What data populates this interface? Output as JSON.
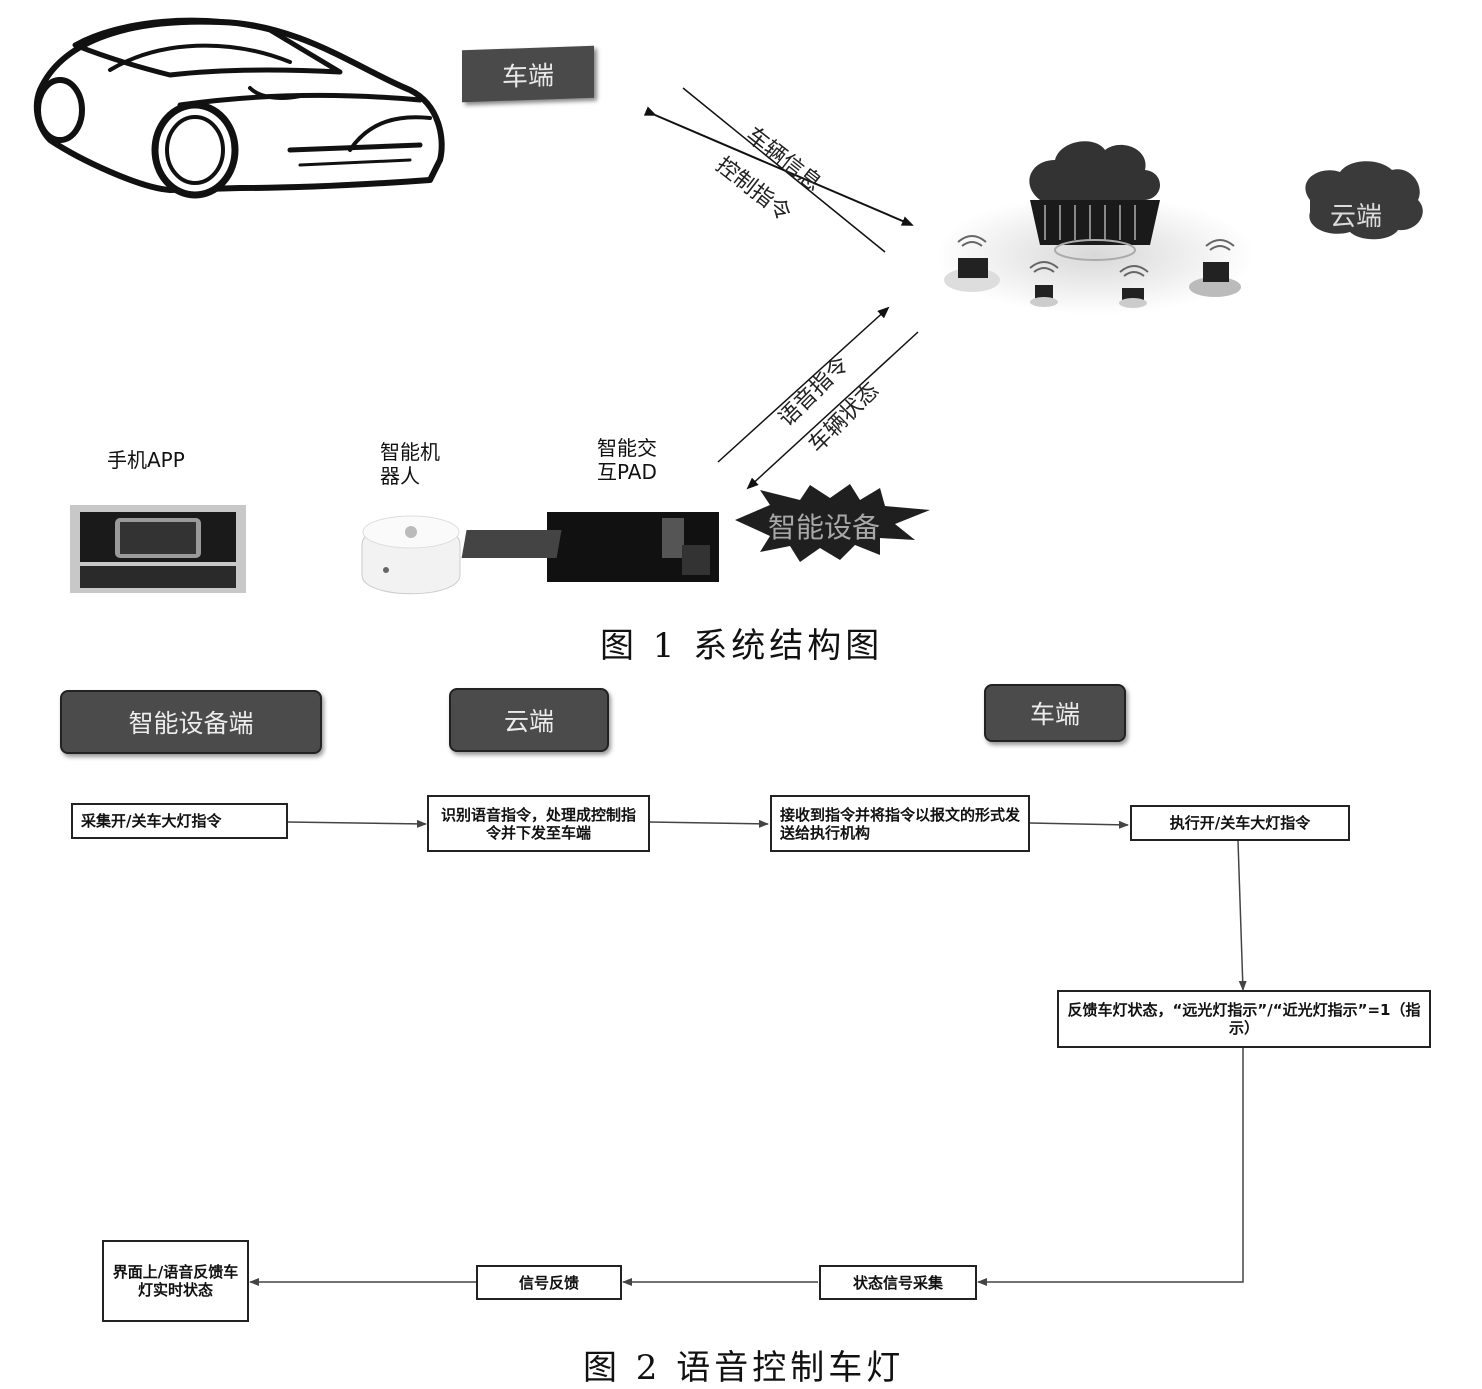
{
  "figure1": {
    "car_end_label": "车端",
    "cloud_label": "云端",
    "arrow_upper_1": "车辆信息",
    "arrow_upper_2": "控制指令",
    "arrow_lower_1": "语音指令",
    "arrow_lower_2": "车辆状态",
    "smart_device_label": "智能设备",
    "devices": [
      {
        "label": "手机APP"
      },
      {
        "label": "智能机\n器人"
      },
      {
        "label": "智能交\n互PAD"
      }
    ],
    "caption": "图 1  系统结构图"
  },
  "figure2": {
    "headers": {
      "device": "智能设备端",
      "cloud": "云端",
      "car": "车端"
    },
    "steps": {
      "collect": "采集开/关车大灯指令",
      "recognize": "识别语音指令，处理成控制指令并下发至车端",
      "receive": "接收到指令并将指令以报文的形式发送给执行机构",
      "execute": "执行开/关车大灯指令",
      "feedback": "反馈车灯状态，“远光灯指示”/“近光灯指示”=1（指示）",
      "status_collect": "状态信号采集",
      "signal_feedback": "信号反馈",
      "ui_feedback": "界面上/语音反馈车灯实时状态"
    },
    "caption": "图 2  语音控制车灯"
  },
  "colors": {
    "dark_label": "#4a4a4a",
    "line": "#333333"
  }
}
